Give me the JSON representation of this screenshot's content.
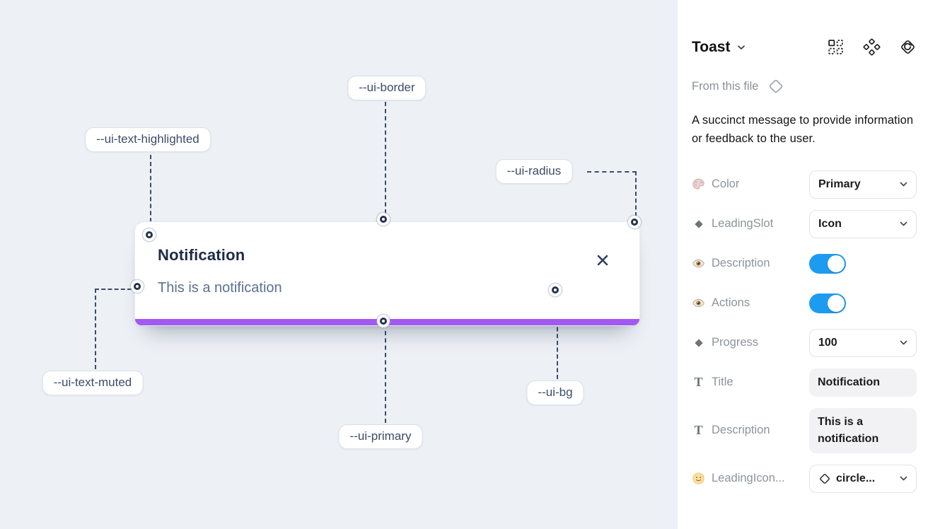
{
  "canvas": {
    "toast": {
      "title": "Notification",
      "description": "This is a notification"
    },
    "labels": [
      {
        "text": "--ui-border"
      },
      {
        "text": "--ui-text-highlighted"
      },
      {
        "text": "--ui-radius"
      },
      {
        "text": "--ui-text-muted"
      },
      {
        "text": "--ui-primary"
      },
      {
        "text": "--ui-bg"
      }
    ],
    "colors": {
      "background": "#edf0f5",
      "primary_bar": "#a259f0",
      "connector": "#3d4b66"
    }
  },
  "panel": {
    "title": "Toast",
    "source": "From this file",
    "description": "A succinct message to provide information or feedback to the user.",
    "header_icons": [
      "instance-grid-icon",
      "variants-icon",
      "component-arrow-icon"
    ],
    "colors": {
      "toggle_on": "#1d9bf0"
    },
    "properties": [
      {
        "icon": "palette-icon",
        "label": "Color",
        "control": "dropdown",
        "value": "Primary"
      },
      {
        "icon": "diamond-icon",
        "label": "LeadingSlot",
        "control": "dropdown",
        "value": "Icon"
      },
      {
        "icon": "eye-icon",
        "label": "Description",
        "control": "toggle",
        "value": "on"
      },
      {
        "icon": "eye-icon",
        "label": "Actions",
        "control": "toggle",
        "value": "on"
      },
      {
        "icon": "diamond-icon",
        "label": "Progress",
        "control": "dropdown",
        "value": "100"
      },
      {
        "icon": "text-icon",
        "label": "Title",
        "control": "text-field",
        "value": "Notification"
      },
      {
        "icon": "text-icon",
        "label": "Description",
        "control": "text-field",
        "value": "This is a notification"
      },
      {
        "icon": "smiley-icon",
        "label": "LeadingIcon...",
        "control": "dropdown-icon",
        "value": "circle..."
      }
    ]
  }
}
